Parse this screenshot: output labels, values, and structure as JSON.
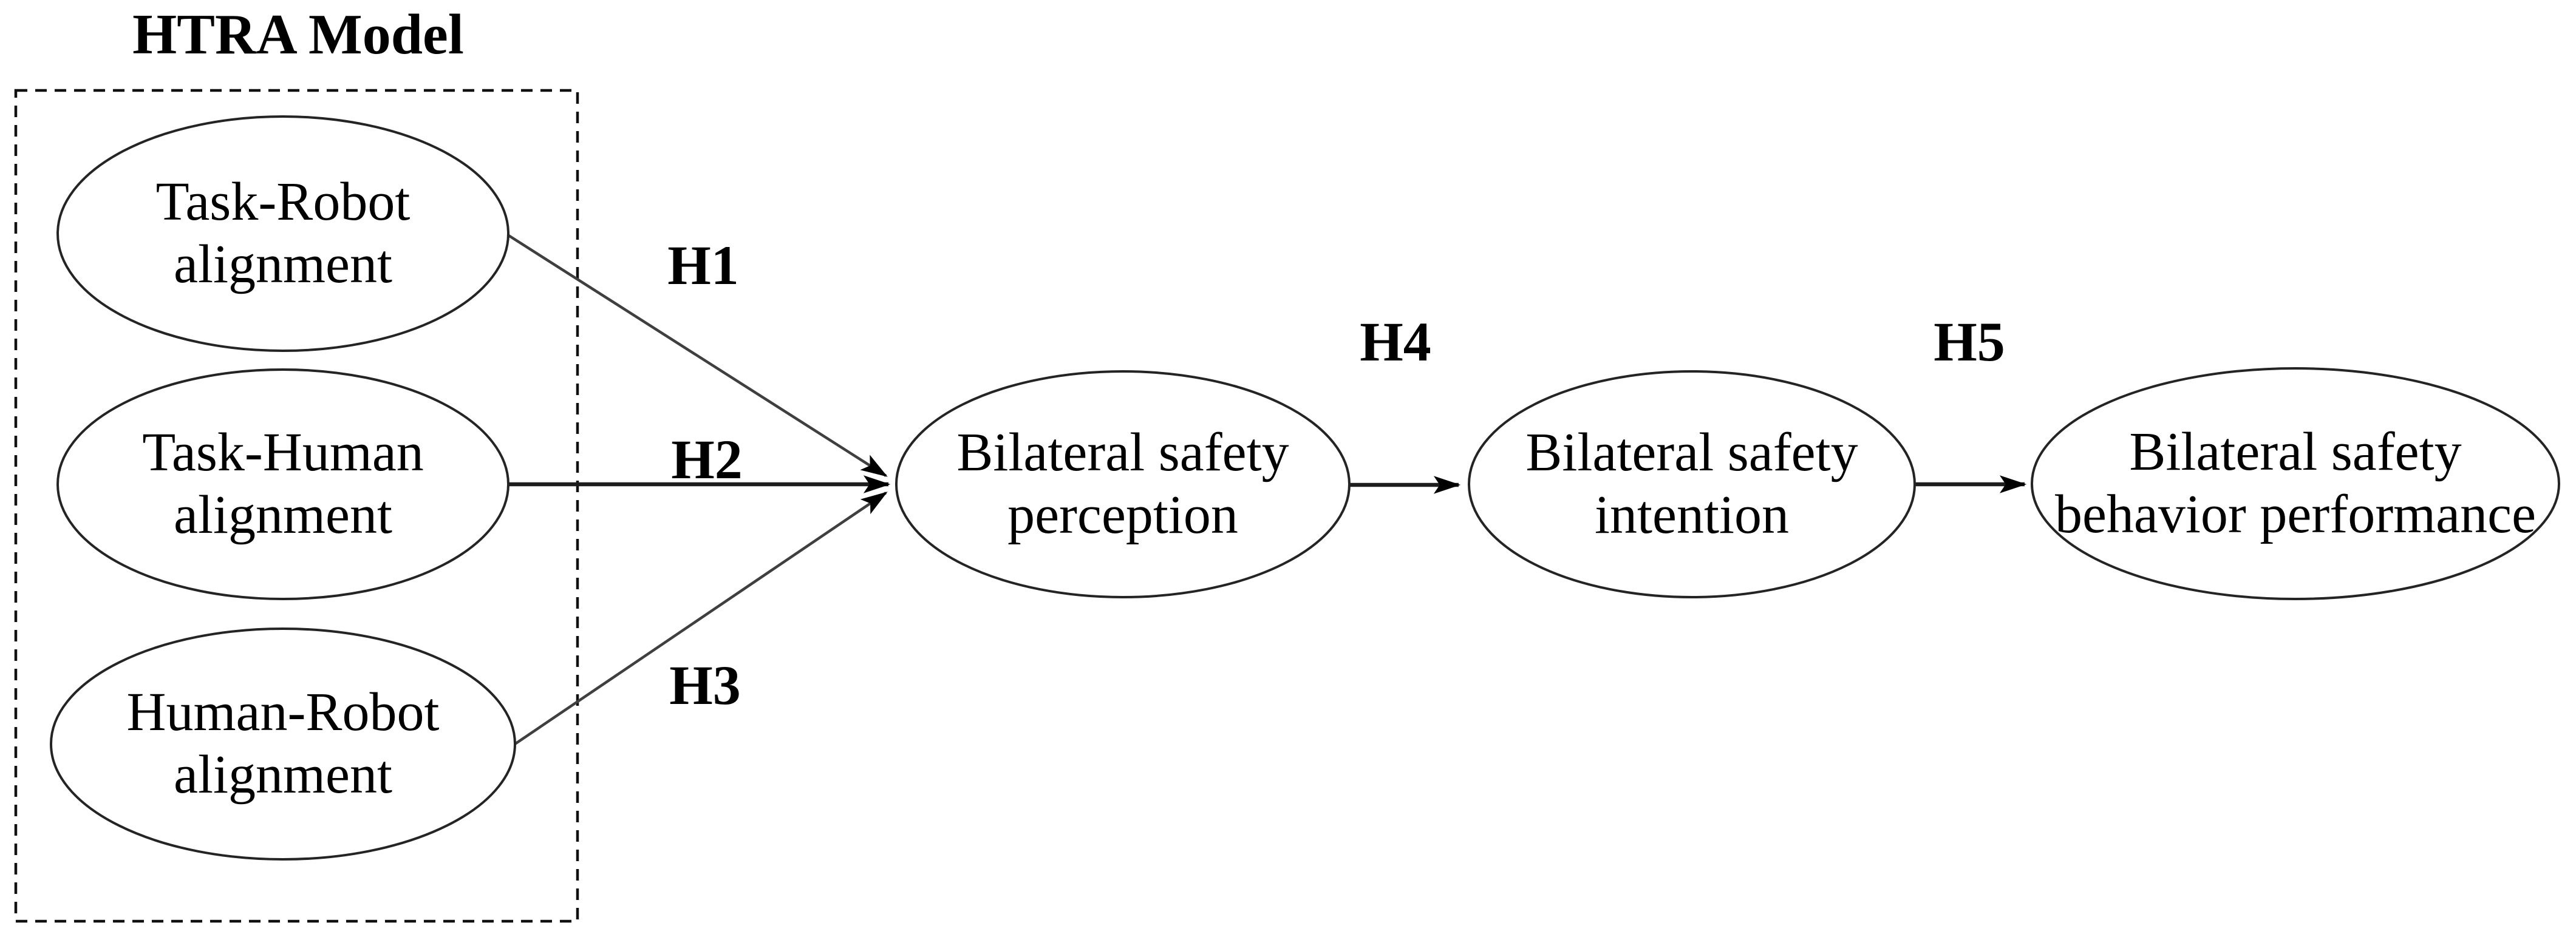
{
  "diagram": {
    "title": "HTRA Model",
    "background_color": "#ffffff",
    "ink_color": "#000000",
    "line_color": "#3f3f3f"
  },
  "nodes": [
    {
      "id": "task-robot-alignment",
      "line1": "Task-Robot",
      "line2": "alignment"
    },
    {
      "id": "task-human-alignment",
      "line1": "Task-Human",
      "line2": "alignment"
    },
    {
      "id": "human-robot-alignment",
      "line1": "Human-Robot",
      "line2": "alignment"
    },
    {
      "id": "bilateral-safety-perception",
      "line1": "Bilateral safety",
      "line2": "perception"
    },
    {
      "id": "bilateral-safety-intention",
      "line1": "Bilateral safety",
      "line2": "intention"
    },
    {
      "id": "bilateral-safety-behavior-performance",
      "line1": "Bilateral safety",
      "line2": "behavior performance"
    }
  ],
  "edges": [
    {
      "label": "H1",
      "from": "task-robot-alignment",
      "to": "bilateral-safety-perception"
    },
    {
      "label": "H2",
      "from": "task-human-alignment",
      "to": "bilateral-safety-perception"
    },
    {
      "label": "H3",
      "from": "human-robot-alignment",
      "to": "bilateral-safety-perception"
    },
    {
      "label": "H4",
      "from": "bilateral-safety-perception",
      "to": "bilateral-safety-intention"
    },
    {
      "label": "H5",
      "from": "bilateral-safety-intention",
      "to": "bilateral-safety-behavior-performance"
    }
  ]
}
